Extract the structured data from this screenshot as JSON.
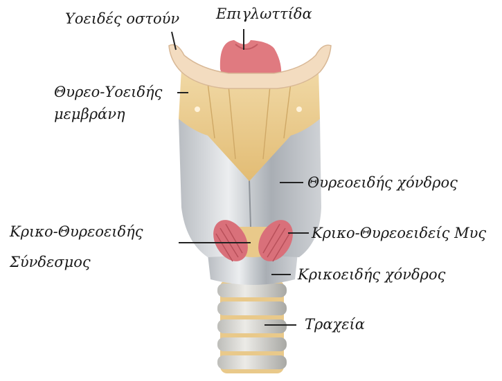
{
  "labels": {
    "hyoid_bone": "Υοειδές οστούν",
    "epiglottis": "Επιγλωττίδα",
    "thyrohyoid_membrane_line1": "Θυρεο-Υοειδής",
    "thyrohyoid_membrane_line2": "μεμβράνη",
    "thyroid_cartilage": "Θυρεοειδής χόνδρος",
    "cricothyroid_ligament_line1": "Κρικο-Θυρεοειδής",
    "cricothyroid_ligament_line2": "Σύνδεσμος",
    "cricothyroid_muscle": "Κρικο-Θυρεοειδείς Μυς",
    "cricoid_cartilage": "Κρικοειδής χόνδρος",
    "trachea": "Τραχεία"
  },
  "colors": {
    "cartilage_light": "#e4e6e8",
    "cartilage_shadow": "#9ea3a9",
    "membrane": "#e9c98a",
    "hyoid_bone": "#f3dcc0",
    "epiglottis": "#e07a80",
    "muscle": "#d9707a",
    "trachea_ring": "#d4d4d2",
    "leader_line": "#222222"
  }
}
